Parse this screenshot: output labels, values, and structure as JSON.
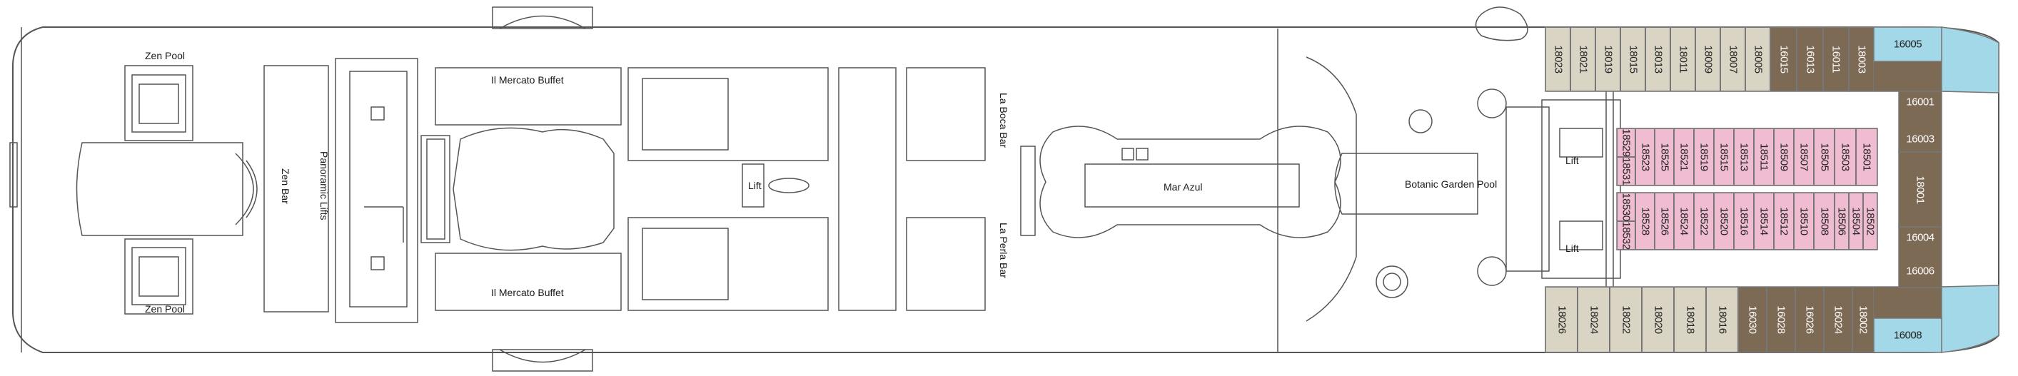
{
  "colors": {
    "interior": "#d9d4c4",
    "balcony": "#7d6a55",
    "suite": "#a3d8e8",
    "aurea": "#f0bcd2",
    "lines": "#555555"
  },
  "venues": {
    "zen_pool_top": "Zen Pool",
    "zen_pool_bottom": "Zen Pool",
    "zen_bar": "Zen Bar",
    "panoramic_lifts": "Panoramic Lifts",
    "mercato_top": "Il Mercato Buffet",
    "mercato_bottom": "Il Mercato Buffet",
    "lift_center": "Lift",
    "la_boca_bar": "La Boca Bar",
    "la_perla_bar": "La Perla Bar",
    "mar_azul": "Mar Azul",
    "botanic_garden_pool": "Botanic Garden Pool",
    "lift_fwd_top": "Lift",
    "lift_fwd_bottom": "Lift"
  },
  "cabins": {
    "top_row": [
      "18023",
      "18021",
      "18019",
      "18015",
      "18013",
      "18011",
      "18009",
      "18007",
      "18005",
      "16015",
      "16013",
      "16011",
      "18003"
    ],
    "bottom_row": [
      "18026",
      "18024",
      "18022",
      "18020",
      "18018",
      "18016",
      "16030",
      "16028",
      "16026",
      "16024",
      "18002"
    ],
    "inner_top": [
      "18529",
      "18531",
      "18523",
      "18521",
      "18519",
      "18515",
      "18513",
      "18511",
      "18509",
      "18507",
      "18505",
      "18503",
      "18501",
      "18525"
    ],
    "inner_bottom": [
      "18530",
      "18532",
      "18528",
      "18526",
      "18524",
      "18522",
      "18520",
      "18516",
      "18514",
      "18512",
      "18510",
      "18508",
      "18506",
      "18504",
      "18502"
    ],
    "bow_suites": [
      "16005",
      "16001",
      "16003",
      "16004",
      "16006",
      "16008"
    ],
    "bow_center": "18001"
  }
}
